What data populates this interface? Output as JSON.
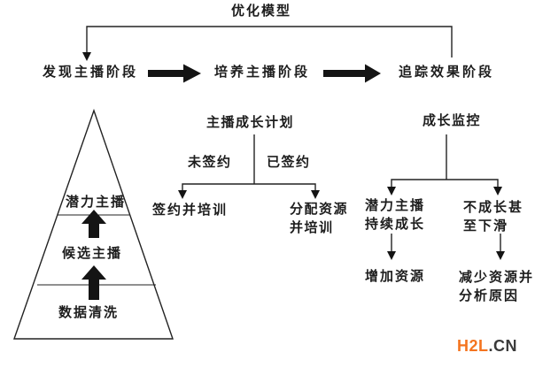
{
  "colors": {
    "ink": "#222222",
    "background": "#ffffff",
    "watermark_accent": "#f4741f",
    "watermark_dark": "#3b3b3b"
  },
  "flow": {
    "feedback_label": "优化模型",
    "stages": [
      {
        "label": "发现主播阶段"
      },
      {
        "label": "培养主播阶段"
      },
      {
        "label": "追踪效果阶段"
      }
    ]
  },
  "pyramid": {
    "levels": [
      {
        "label": "潜力主播"
      },
      {
        "label": "候选主播"
      },
      {
        "label": "数据清洗"
      }
    ]
  },
  "growth_plan": {
    "title": "主播成长计划",
    "branches": [
      {
        "condition": "未签约",
        "outcome": "签约并培训"
      },
      {
        "condition": "已签约",
        "outcome": "分配资源并培训"
      }
    ]
  },
  "monitoring": {
    "title": "成长监控",
    "branches": [
      {
        "condition": "潜力主播持续成长",
        "action": "增加资源"
      },
      {
        "condition": "不成长甚至下滑",
        "action": "减少资源并分析原因"
      }
    ]
  },
  "watermark": {
    "accent": "H2L",
    "rest": ".CN"
  }
}
